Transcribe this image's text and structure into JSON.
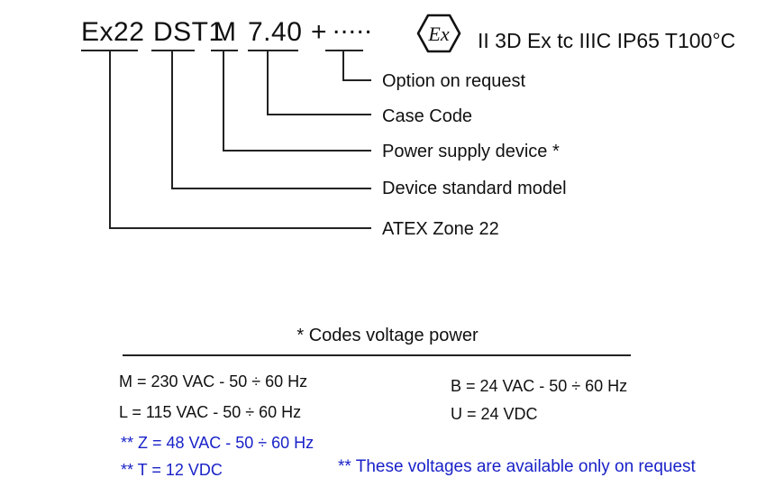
{
  "code": {
    "parts": [
      "Ex22",
      "DST1",
      "M",
      "7.40",
      "+",
      "....."
    ]
  },
  "atex": {
    "marking": "II 3D Ex tc IIIC IP65 T100°C",
    "icon": "ex-hexagon-icon"
  },
  "legend": {
    "option": "Option on request",
    "case_code": "Case Code",
    "power_supply": "Power supply device *",
    "standard_model": "Device standard model",
    "atex_zone": "ATEX Zone 22"
  },
  "voltage": {
    "title": "* Codes voltage power",
    "m": "M = 230 VAC - 50 ÷ 60 Hz",
    "l": "L = 115 VAC - 50 ÷ 60 Hz",
    "b": "B = 24 VAC - 50 ÷ 60 Hz",
    "u": "U = 24 VDC",
    "z": "** Z = 48 VAC - 50 ÷ 60 Hz",
    "t": "** T = 12 VDC",
    "note": "** These voltages are available only on request"
  },
  "colors": {
    "text": "#111111",
    "request_blue": "#1a22c8"
  }
}
